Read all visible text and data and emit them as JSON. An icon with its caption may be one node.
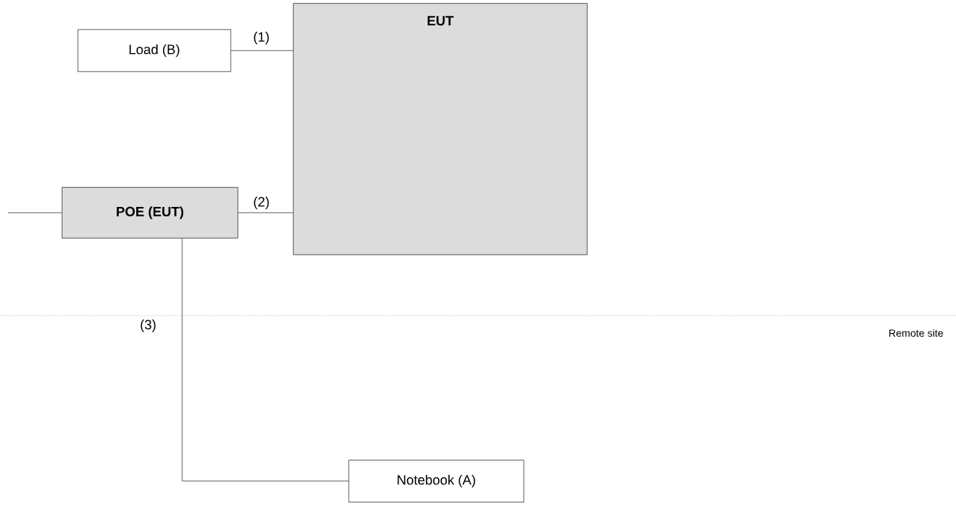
{
  "diagram": {
    "nodes": [
      {
        "text": [
          "Load (B)"
        ]
      },
      {
        "text": [
          "**EUT**"
        ]
      },
      {
        "text": [
          "**POE (EUT)**"
        ]
      },
      {
        "text": [
          "Notebook (A)"
        ]
      }
    ],
    "edges": [
      {
        "from": 0,
        "to": 1,
        "arrow": "none",
        "label": "(1)"
      },
      {
        "from": 2,
        "to": 1,
        "arrow": "none",
        "label": "(2)"
      },
      {
        "from": 2,
        "to": 3,
        "arrow": "none",
        "label": "(3)"
      },
      {
        "from": null,
        "to": 2,
        "arrow": "none"
      }
    ],
    "labels": [
      "Remote site"
    ]
  }
}
